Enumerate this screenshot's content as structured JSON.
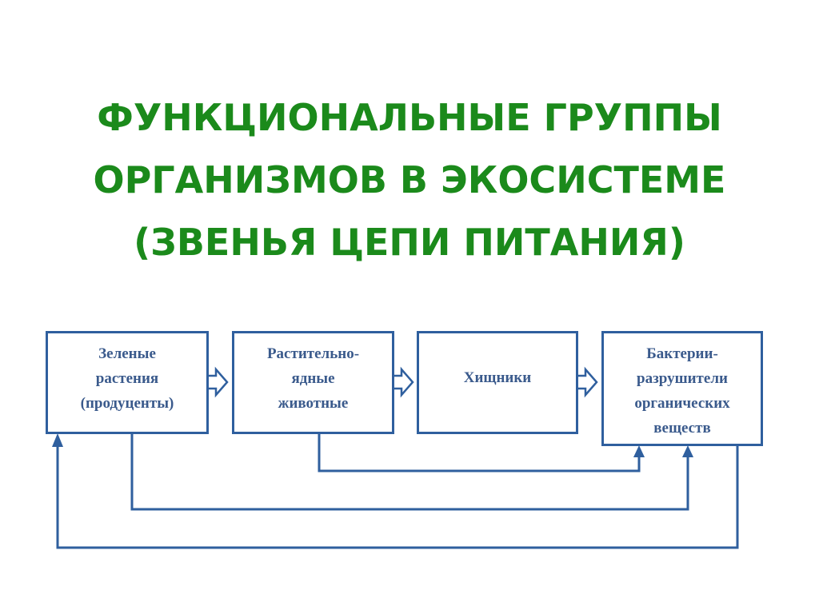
{
  "title": {
    "lines": [
      "ФУНКЦИОНАЛЬНЫЕ ГРУППЫ",
      "ОРГАНИЗМОВ В ЭКОСИСТЕМЕ",
      "(ЗВЕНЬЯ ЦЕПИ ПИТАНИЯ)"
    ]
  },
  "diagram": {
    "nodes": [
      {
        "lines": [
          "Зеленые",
          "растения",
          "(продуценты)"
        ]
      },
      {
        "lines": [
          "Растительно-",
          "ядные",
          "животные"
        ]
      },
      {
        "lines": [
          "Хищники"
        ]
      },
      {
        "lines": [
          "Бактерии-",
          "разрушители",
          "органических",
          "веществ"
        ]
      }
    ],
    "line_color": "#2f5f9e"
  },
  "colors": {
    "title": "#1b8a1b",
    "box_text": "#3a5a8c"
  }
}
